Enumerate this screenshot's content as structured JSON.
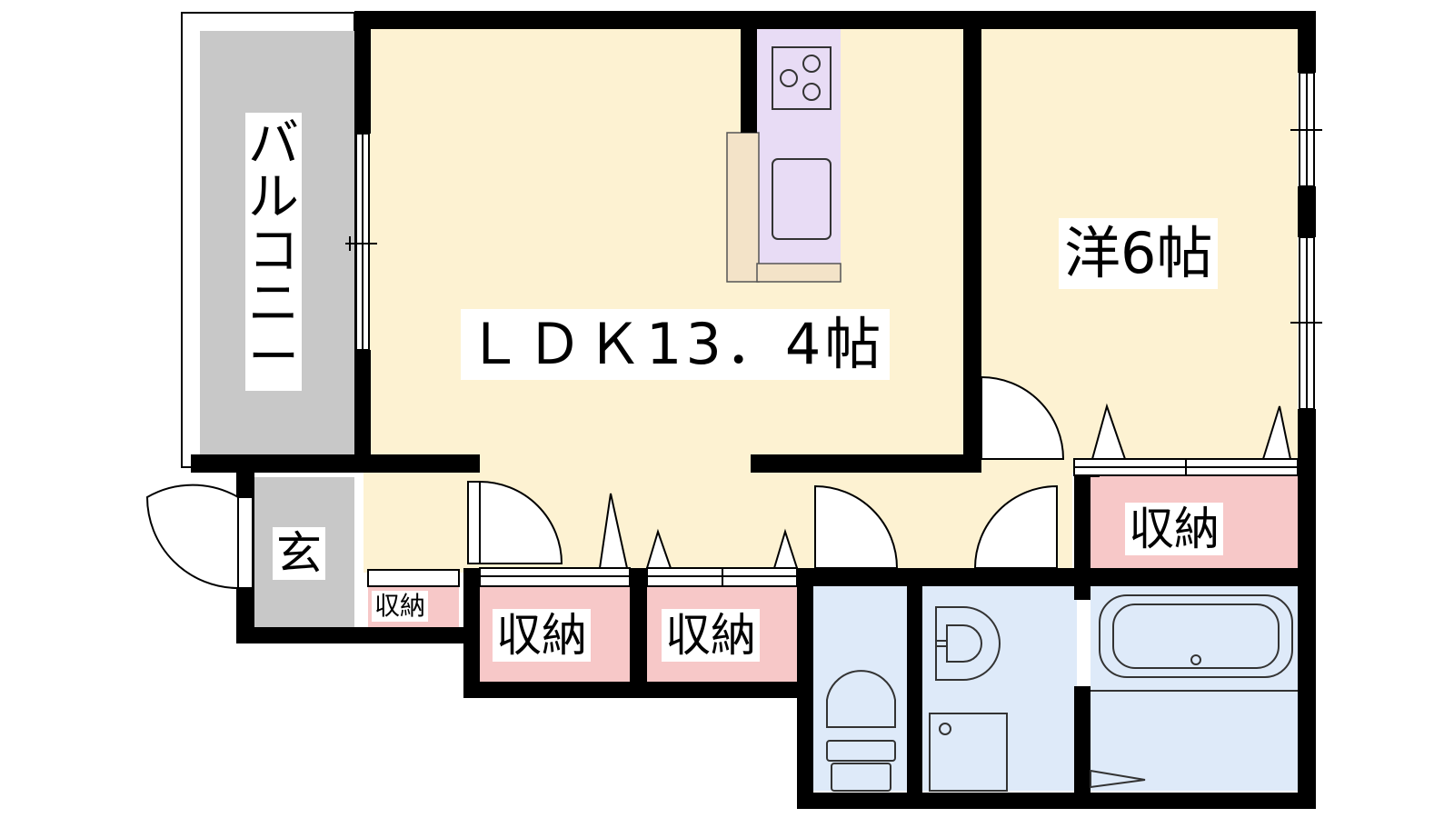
{
  "rooms": {
    "ldk": "ＬＤＫ13．4帖",
    "western": "洋6帖",
    "balcony": "バルコニー",
    "entrance": "玄",
    "storage_bedroom": "収納",
    "storage_hall_left": "収納",
    "storage_hall_right": "収納",
    "storage_entrance": "収納"
  },
  "colors": {
    "wall": "#000000",
    "living": "#fdf2d2",
    "kitchen": "#e8dcf5",
    "counter": "#f3e3c8",
    "balcony": "#c8c8c8",
    "storage": "#f7c8c8",
    "wet_area": "#deeaf9",
    "label_bg": "#ffffff"
  }
}
